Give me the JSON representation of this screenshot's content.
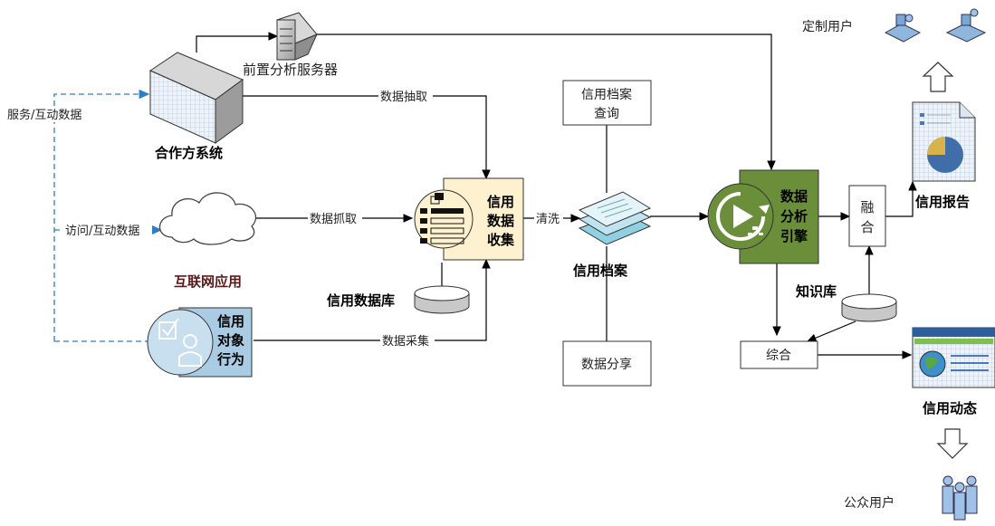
{
  "nodes": {
    "front_server": "前置分析服务器",
    "partner_system": "合作方系统",
    "internet_app": "互联网应用",
    "credit_db": "信用数据库",
    "collect": [
      "信用",
      "数据",
      "收集"
    ],
    "behavior": [
      "信用",
      "对象",
      "行为"
    ],
    "archive_query": [
      "信用档案",
      "查询"
    ],
    "credit_archive": "信用档案",
    "data_share": "数据分享",
    "engine": [
      "数据",
      "分析",
      "引擎"
    ],
    "fusion": [
      "融",
      "合"
    ],
    "knowledge_base": "知识库",
    "synthesis": "综合",
    "credit_report": "信用报告",
    "custom_user": "定制用户",
    "credit_dynamic": "信用动态",
    "public_user": "公众用户"
  },
  "edges": {
    "service_data": "服务/互动数据",
    "access_data": "访问/互动数据",
    "extract": "数据抽取",
    "crawl": "数据抓取",
    "gather": "数据采集",
    "clean": "清洗"
  },
  "colors": {
    "collect_fill": "#fdf1cf",
    "engine_green": "#6b8e3a",
    "behavior_blue": "#a9cbe3",
    "dashed_blue": "#2f7dc3"
  }
}
